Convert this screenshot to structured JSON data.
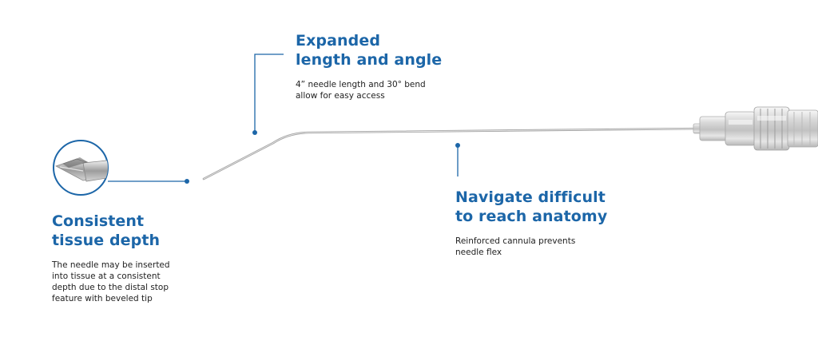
{
  "colors": {
    "accent": "#1c66a8",
    "text": "#222222",
    "needle": "#9a9a9a"
  },
  "callouts": {
    "expanded": {
      "title_lines": [
        "Expanded",
        "length and angle"
      ],
      "body_lines": [
        "4” needle length and 30° bend",
        "allow for easy access"
      ]
    },
    "navigate": {
      "title_lines": [
        "Navigate difficult",
        "to reach anatomy"
      ],
      "body_lines": [
        "Reinforced cannula prevents",
        "needle flex"
      ]
    },
    "consistent": {
      "title_lines": [
        "Consistent",
        "tissue depth"
      ],
      "body_lines": [
        "The needle may be inserted",
        "into tissue at a consistent",
        "depth due to the distal stop",
        "feature with beveled tip"
      ]
    }
  },
  "icons": {
    "needle": "needle-icon",
    "hub": "needle-hub-icon",
    "tip_detail": "magnified-tip-icon"
  }
}
